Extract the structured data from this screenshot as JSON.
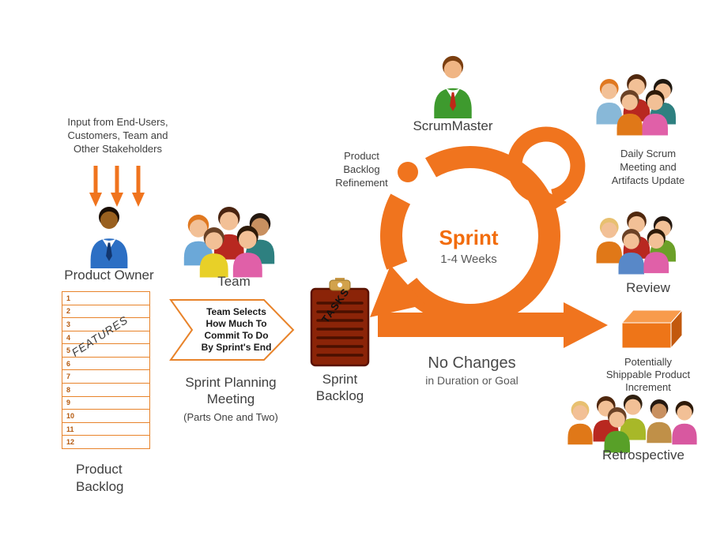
{
  "colors": {
    "orange": "#F0741E",
    "table_border": "#E8832A",
    "dark_text": "#3F3F3F",
    "gray_text": "#595959",
    "sprint_orange": "#F26C0C",
    "clipboard_red": "#8B2408"
  },
  "stakeholder_input": {
    "lines": [
      "Input from End-Users,",
      "Customers, Team and",
      "Other Stakeholders"
    ]
  },
  "product_owner": {
    "label": "Product Owner"
  },
  "product_backlog": {
    "rows": [
      "1",
      "2",
      "3",
      "4",
      "5",
      "6",
      "7",
      "8",
      "9",
      "10",
      "11",
      "12"
    ],
    "overlay": "FEATURES",
    "label_lines": [
      "Product",
      "Backlog"
    ]
  },
  "team": {
    "label": "Team"
  },
  "sprint_planning": {
    "banner_lines": [
      "Team Selects",
      "How Much To",
      "Commit To Do",
      "By Sprint's End"
    ],
    "label_lines": [
      "Sprint Planning",
      "Meeting"
    ],
    "sublabel": "(Parts One and Two)"
  },
  "sprint_backlog": {
    "overlay": "TASKS",
    "label_lines": [
      "Sprint",
      "Backlog"
    ]
  },
  "scrum_master": {
    "label": "ScrumMaster"
  },
  "refinement": {
    "lines": [
      "Product",
      "Backlog",
      "Refinement"
    ]
  },
  "sprint": {
    "title": "Sprint",
    "subtitle": "1-4 Weeks"
  },
  "daily_scrum": {
    "lines": [
      "Daily Scrum",
      "Meeting and",
      "Artifacts Update"
    ]
  },
  "review": {
    "label": "Review"
  },
  "no_changes": {
    "title": "No Changes",
    "subtitle": "in Duration or Goal"
  },
  "increment": {
    "lines": [
      "Potentially",
      "Shippable Product",
      "Increment"
    ]
  },
  "retrospective": {
    "label": "Retrospective"
  }
}
